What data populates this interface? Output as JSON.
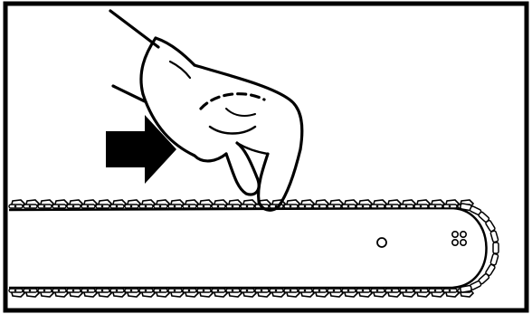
{
  "figure": {
    "kind": "illustration",
    "subject": "chainsaw-chain-tension-check",
    "colors": {
      "ink": "#000000",
      "paper": "#ffffff"
    },
    "bar": {
      "rivet_holes": 1,
      "nose_holes": 4
    },
    "icons": [
      "arrow-right-icon",
      "gloved-hand-icon"
    ]
  }
}
